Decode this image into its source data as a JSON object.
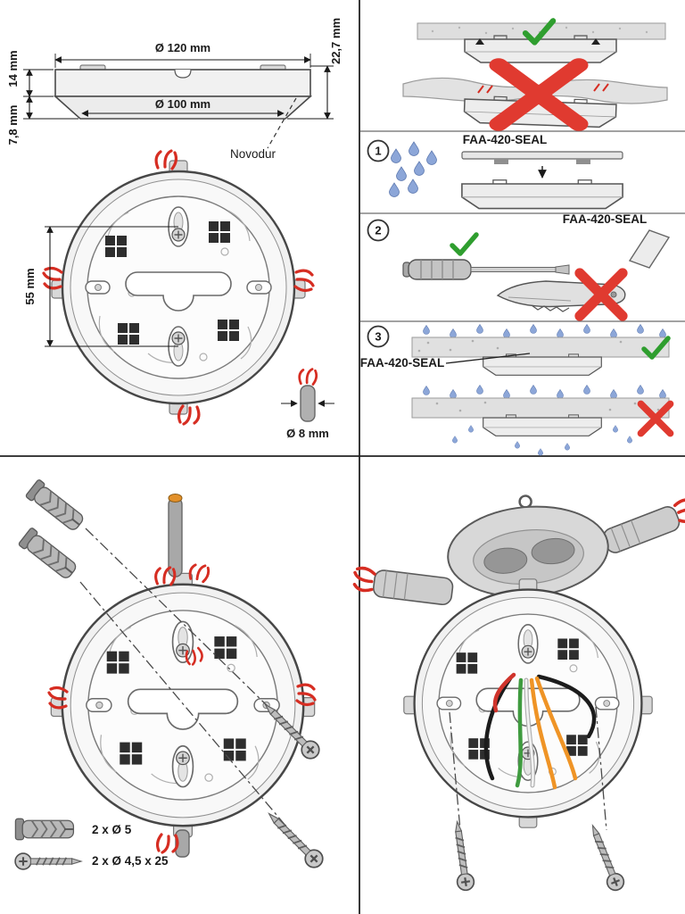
{
  "dims": {
    "outer_diameter": "Ø 120 mm",
    "rim_height": "14 mm",
    "total_height": "22,7 mm",
    "inner_diameter": "Ø 100 mm",
    "skirt_height": "7,8 mm",
    "material": "Novodur",
    "hole_spacing": "55 mm",
    "cable_diameter": "Ø 8 mm"
  },
  "steps": [
    {
      "number": "1",
      "label": "FAA-420-SEAL"
    },
    {
      "number": "2",
      "label": "FAA-420-SEAL"
    },
    {
      "number": "3",
      "label": "FAA-420-SEAL"
    }
  ],
  "hardware": {
    "plugs": "2 x Ø 5",
    "screws": "2 x Ø 4,5 x 25"
  },
  "colors": {
    "check_green": "#2f9e2f",
    "cross_red": "#e03a30",
    "drop_blue": "#8ca6d8",
    "clip_red": "#d62d22",
    "wire_black": "#1c1c1c",
    "wire_green": "#3f9b3f",
    "wire_orange": "#ef9426",
    "wire_red": "#d0342c"
  }
}
